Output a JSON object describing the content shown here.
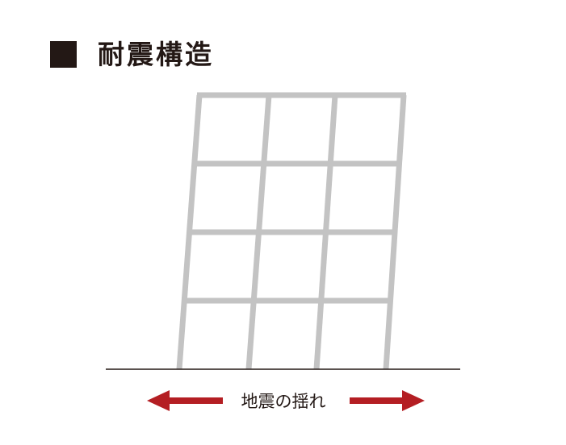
{
  "title": "耐震構造",
  "caption": "地震の揺れ",
  "colors": {
    "frame": "#c3c3c3",
    "ground": "#231815",
    "arrow": "#b41e23",
    "text": "#231815"
  },
  "icons": {
    "title_marker": "black-square",
    "left_arrow": "arrow-left-icon",
    "right_arrow": "arrow-right-icon"
  }
}
